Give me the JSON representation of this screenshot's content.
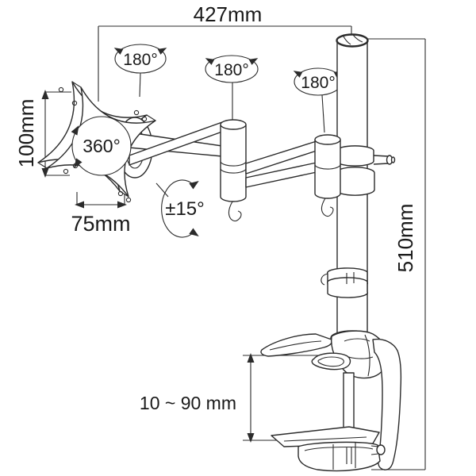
{
  "colors": {
    "line": "#2b2b2b",
    "background": "#ffffff",
    "text": "#1a1a1a"
  },
  "labels": {
    "arm_span": "427mm",
    "vesa_height": "100mm",
    "vesa_width": "75mm",
    "pole_height": "510mm",
    "clamp_range": "10 ~ 90 mm",
    "swivel_joint_1": "180°",
    "swivel_joint_2": "180°",
    "swivel_joint_3": "180°",
    "plate_rotation": "360°",
    "tilt_range": "±15°"
  },
  "icons": {
    "rotation_arrow": "curved-double-arrow",
    "tilt_arrow": "curved-vertical-arrow",
    "dimension_arrowhead": "solid-triangle"
  }
}
